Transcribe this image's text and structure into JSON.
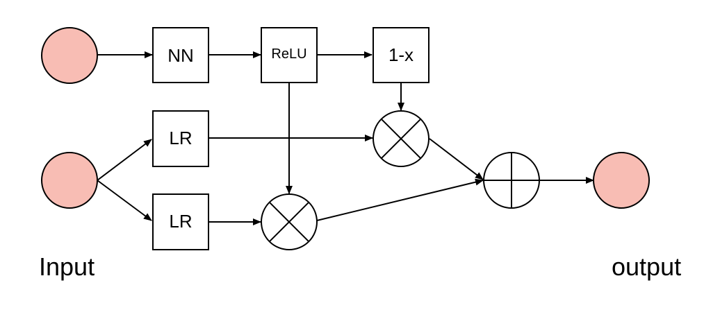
{
  "diagram": {
    "colors": {
      "node_fill": "#f8bdb4",
      "stroke": "#000000",
      "background": "#ffffff"
    },
    "boxes": {
      "nn": "NN",
      "relu": "ReLU",
      "one_minus_x": "1-x",
      "lr_top": "LR",
      "lr_bottom": "LR"
    },
    "operators": {
      "multiply_top": "multiply",
      "multiply_bottom": "multiply",
      "add": "add"
    },
    "labels": {
      "input": "Input",
      "output": "output"
    }
  }
}
